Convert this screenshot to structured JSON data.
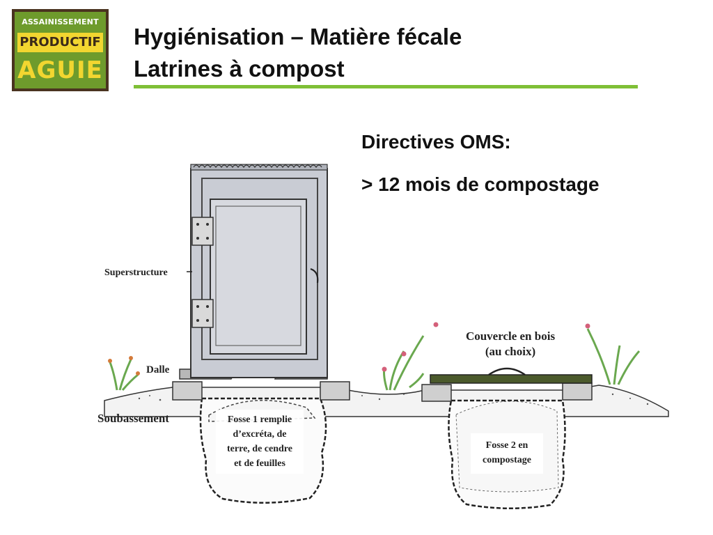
{
  "logo": {
    "line1": "ASSAINISSEMENT",
    "line2": "PRODUCTIF",
    "line3": "AGUIE"
  },
  "title": {
    "line1": "Hygiénisation – Matière fécale",
    "line2": "Latrines à compost"
  },
  "directives": {
    "heading": "Directives OMS:",
    "text": "> 12 mois de compostage"
  },
  "diagram": {
    "superstructure": "Superstructure",
    "dalle": "Dalle",
    "soubassement": "Soubassement",
    "couvercle_1": "Couvercle en bois",
    "couvercle_2": "(au choix)",
    "fosse1_1": "Fosse 1 remplie",
    "fosse1_2": "d’excréta, de",
    "fosse1_3": "terre, de cendre",
    "fosse1_4": "et de feuilles",
    "fosse2_1": "Fosse 2 en",
    "fosse2_2": "compostage"
  },
  "colors": {
    "accent_green": "#7fbf36",
    "logo_brown": "#4a3320",
    "logo_yellow": "#f2d630"
  }
}
